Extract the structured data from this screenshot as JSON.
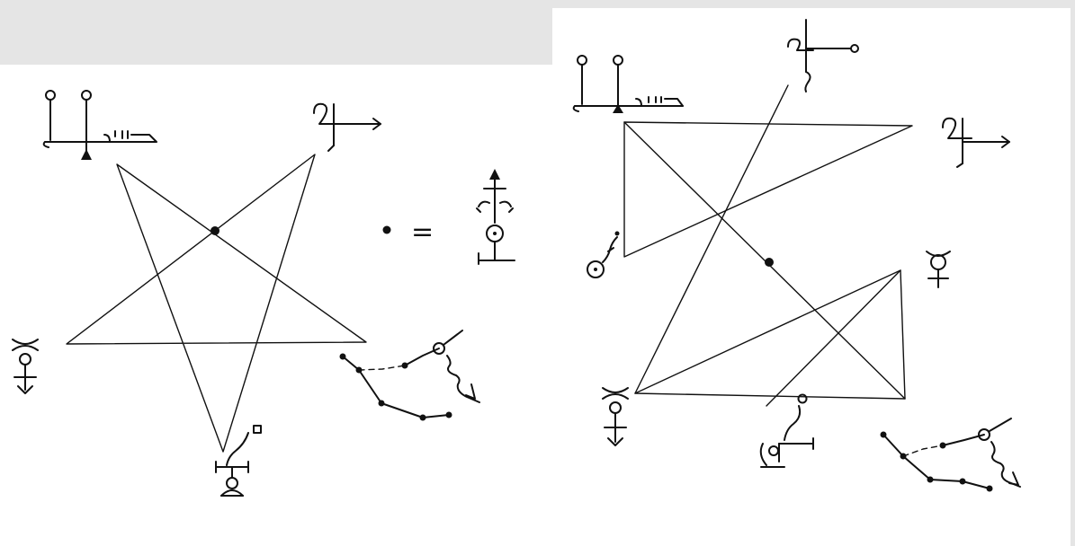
{
  "diagrams": [
    {
      "id": "pentagram",
      "figure": "pentagram"
    },
    {
      "id": "hexagram-variant",
      "figure": "bowtie"
    }
  ],
  "legend": {
    "equals_text": "="
  },
  "colors": {
    "ink": "#111111",
    "paper": "#ffffff",
    "band": "#e5e5e5"
  },
  "icons": [
    "sigil-mercury-icon",
    "jupiter-icon",
    "saturn-icon",
    "venus-icon",
    "sigil-sun-icon",
    "sigil-moon-icon",
    "constellation-icon"
  ]
}
